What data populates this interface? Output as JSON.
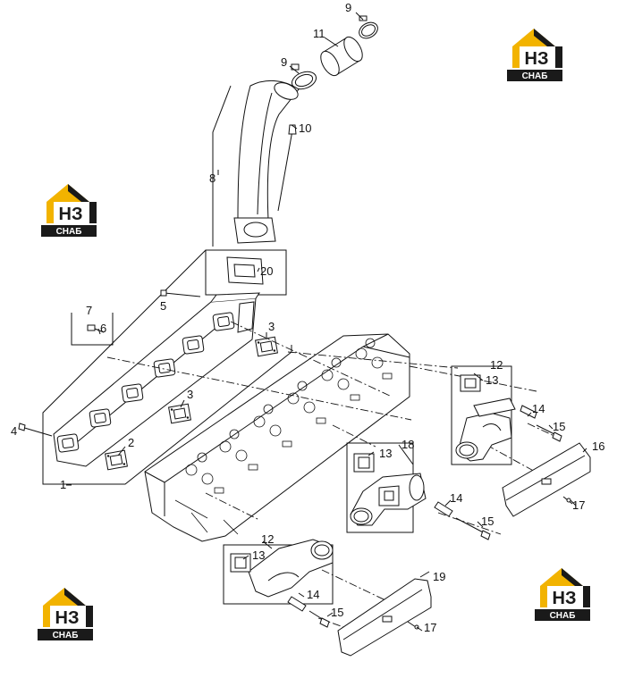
{
  "callouts": [
    {
      "id": "c1",
      "text": "1"
    },
    {
      "id": "c2",
      "text": "2"
    },
    {
      "id": "c3a",
      "text": "3"
    },
    {
      "id": "c3b",
      "text": "3"
    },
    {
      "id": "c4",
      "text": "4"
    },
    {
      "id": "c5",
      "text": "5"
    },
    {
      "id": "c6",
      "text": "6"
    },
    {
      "id": "c7",
      "text": "7"
    },
    {
      "id": "c8",
      "text": "8"
    },
    {
      "id": "c9a",
      "text": "9"
    },
    {
      "id": "c9b",
      "text": "9"
    },
    {
      "id": "c10",
      "text": "10"
    },
    {
      "id": "c11",
      "text": "11"
    },
    {
      "id": "c12a",
      "text": "12"
    },
    {
      "id": "c12b",
      "text": "12"
    },
    {
      "id": "c13a",
      "text": "13"
    },
    {
      "id": "c13b",
      "text": "13"
    },
    {
      "id": "c13c",
      "text": "13"
    },
    {
      "id": "c14a",
      "text": "14"
    },
    {
      "id": "c14b",
      "text": "14"
    },
    {
      "id": "c14c",
      "text": "14"
    },
    {
      "id": "c15a",
      "text": "15"
    },
    {
      "id": "c15b",
      "text": "15"
    },
    {
      "id": "c15c",
      "text": "15"
    },
    {
      "id": "c16",
      "text": "16"
    },
    {
      "id": "c17a",
      "text": "17"
    },
    {
      "id": "c17b",
      "text": "17"
    },
    {
      "id": "c18",
      "text": "18"
    },
    {
      "id": "c19",
      "text": "19"
    },
    {
      "id": "c20",
      "text": "20"
    }
  ],
  "watermark": {
    "letters": "НЗ",
    "caption": "СНАБ",
    "colors": {
      "house": "#f2b300",
      "dark": "#1a1a1a",
      "light": "#ffffff"
    }
  }
}
